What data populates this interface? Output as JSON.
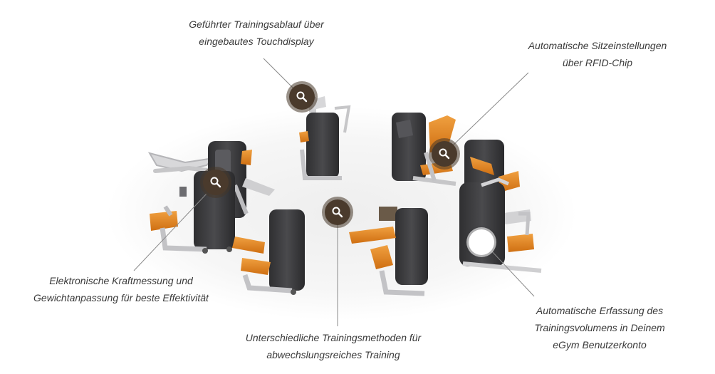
{
  "captions": {
    "touchdisplay": [
      "Geführter Trainingsablauf über",
      "eingebautes Touchdisplay"
    ],
    "sitz": [
      "Automatische Sitzeinstellungen",
      "über RFID-Chip"
    ],
    "kraft": [
      "Elektronische Kraftmessung und",
      "Gewichtanpassung für beste Effektivität"
    ],
    "methoden": [
      "Unterschiedliche Trainingsmethoden für",
      "abwechslungsreiches Training"
    ],
    "erfassung": [
      "Automatische Erfassung des",
      "Trainingsvolumens in Deinem",
      "eGym Benutzerkonto"
    ]
  },
  "hotspots": [
    {
      "name": "hotspot-touchdisplay",
      "icon": "magnifier-icon"
    },
    {
      "name": "hotspot-sitz",
      "icon": "magnifier-icon"
    },
    {
      "name": "hotspot-kraft",
      "icon": "magnifier-icon"
    },
    {
      "name": "hotspot-methoden",
      "icon": "magnifier-icon"
    },
    {
      "name": "hotspot-erfassung",
      "icon": "none"
    }
  ],
  "colors": {
    "accent_orange": "#e8891e",
    "machine_dark": "#3f3f41",
    "frame_silver": "#c9c9cb",
    "hotspot": "#4a3a2c",
    "text": "#3a3a3a",
    "leader_line": "#8a8a8a"
  }
}
